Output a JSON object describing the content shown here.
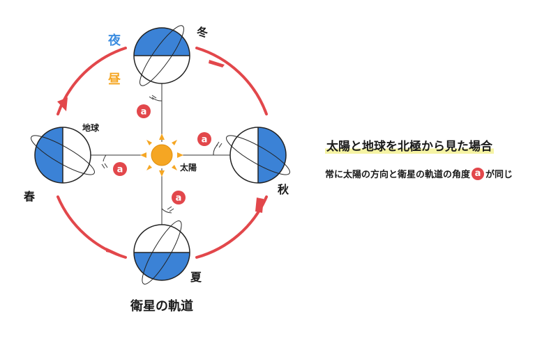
{
  "labels": {
    "night": "夜",
    "day": "昼",
    "winter": "冬",
    "spring": "春",
    "summer": "夏",
    "autumn": "秋",
    "earth": "地球",
    "sun": "太陽",
    "angle": "a",
    "title": "衛星の軌道"
  },
  "note": {
    "title": "太陽と地球を北極から見た場合",
    "text_before": "常に太陽の方向と衛星の軌道の角度",
    "badge": "a",
    "text_after": "が同じ"
  },
  "colors": {
    "orbit": "#e2474b",
    "night_fill": "#3b82d6",
    "sun": "#f5a623",
    "night_label": "#3d8de0",
    "day_label": "#f5a623"
  },
  "icons": [
    "sun-icon",
    "earth-icon",
    "angle-badge"
  ]
}
